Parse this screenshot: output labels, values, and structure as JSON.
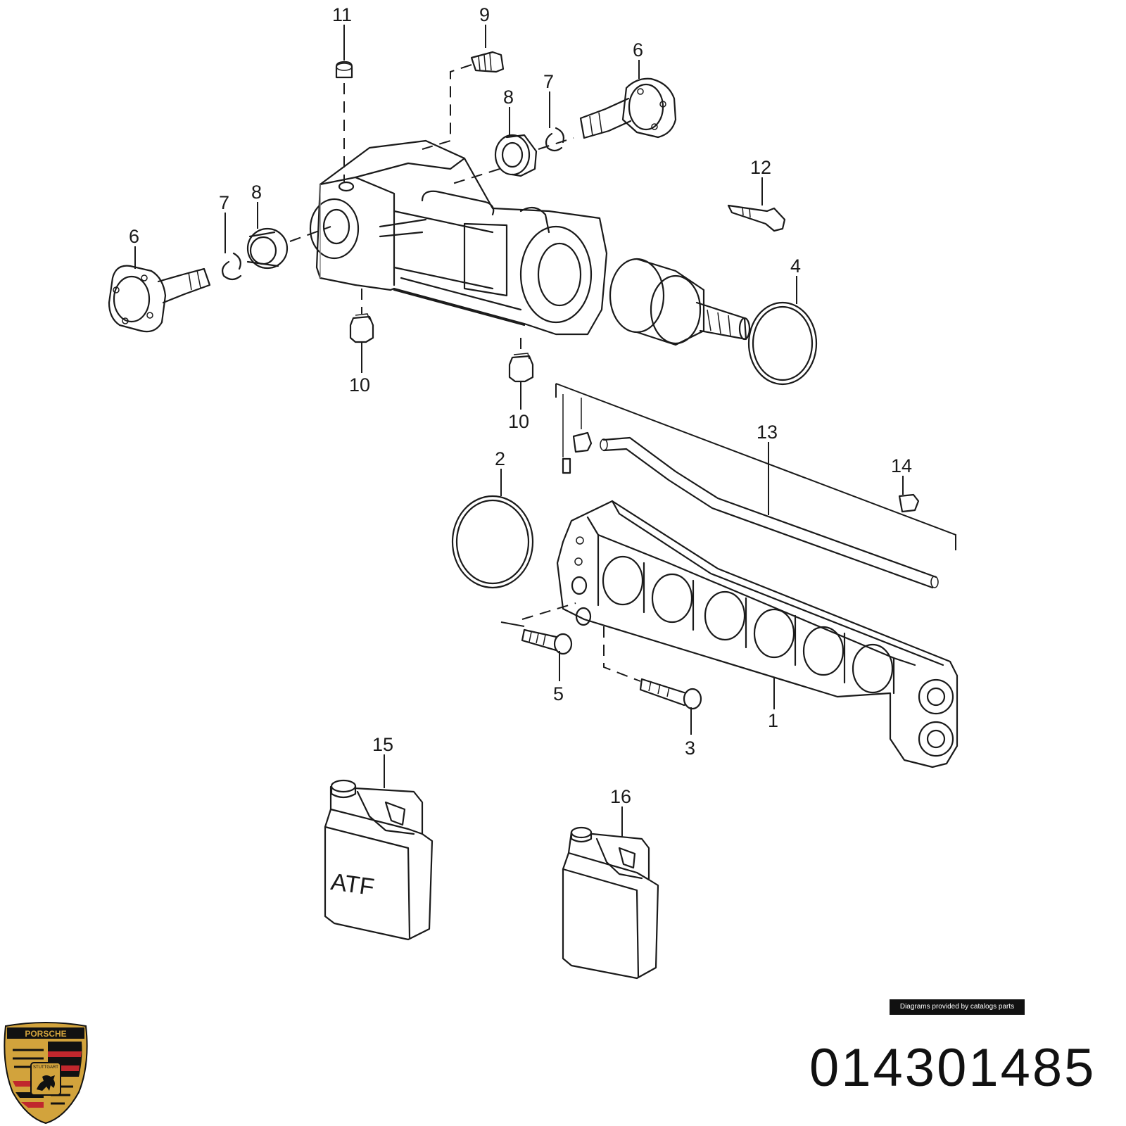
{
  "diagram": {
    "callouts": [
      "11",
      "9",
      "6",
      "7",
      "8",
      "12",
      "7",
      "8",
      "6",
      "4",
      "10",
      "10",
      "13",
      "2",
      "14",
      "5",
      "1",
      "3",
      "15",
      "16"
    ],
    "atf_label": "ATF"
  },
  "credit": "Diagrams provided by catalogs parts",
  "part_number": "014301485",
  "logo": {
    "brand": "PORSCHE",
    "city": "STUTTGART",
    "colors": {
      "red": "#c0272d",
      "black": "#111111",
      "gold": "#d2a33c"
    }
  }
}
